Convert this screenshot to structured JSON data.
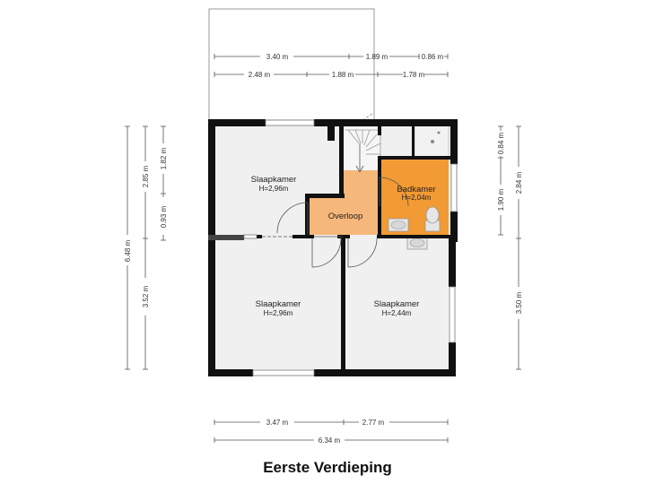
{
  "title": "Eerste Verdieping",
  "colors": {
    "wall": "#111111",
    "floor": "#f0f0f0",
    "overloop": "#f5b77a",
    "badkamer": "#f29a33",
    "fixture": "#cfcfcf",
    "dim_line": "#555555"
  },
  "rooms": {
    "slaapkamer_top_left": {
      "name": "Slaapkamer",
      "height": "H=2,96m"
    },
    "slaapkamer_bottom_left": {
      "name": "Slaapkamer",
      "height": "H=2,96m"
    },
    "slaapkamer_right": {
      "name": "Slaapkamer",
      "height": "H=2,44m"
    },
    "badkamer": {
      "name": "Badkamer",
      "height": "H=2,04m"
    },
    "overloop": {
      "name": "Overloop"
    }
  },
  "dimensions": {
    "top_row1": [
      "3.40 m",
      "1.89 m",
      "0.86 m"
    ],
    "top_row2": [
      "2.48 m",
      "1.88 m",
      "1.78 m"
    ],
    "bottom_row1": [
      "3.47 m",
      "2.77 m"
    ],
    "bottom_total": "6.34 m",
    "left_total": "6.48 m",
    "left_a": [
      "2.85 m",
      "3.52 m"
    ],
    "left_b": [
      "1.82 m",
      "0.93 m"
    ],
    "right_a": [
      "0.84 m",
      "1.90 m"
    ],
    "right_b": [
      "2.84 m",
      "3.50 m"
    ]
  }
}
